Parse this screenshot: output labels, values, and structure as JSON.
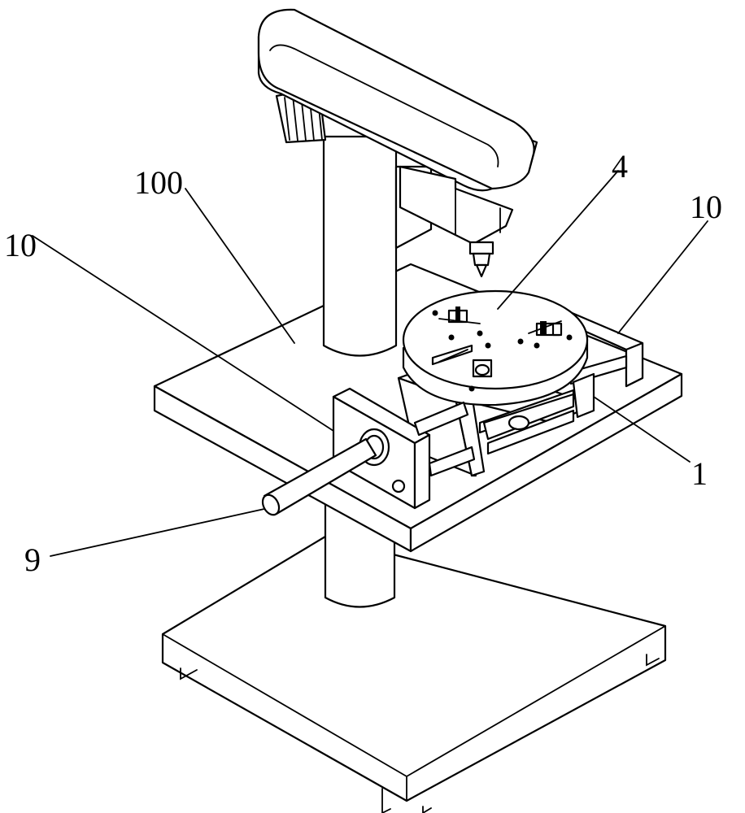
{
  "labels": {
    "frame": "100",
    "clamp_left": "10",
    "turntable": "4",
    "clamp_right": "10",
    "slide_base": "1",
    "handle_rod": "9"
  },
  "colors": {
    "line": "#000000",
    "fill": "#ffffff"
  }
}
